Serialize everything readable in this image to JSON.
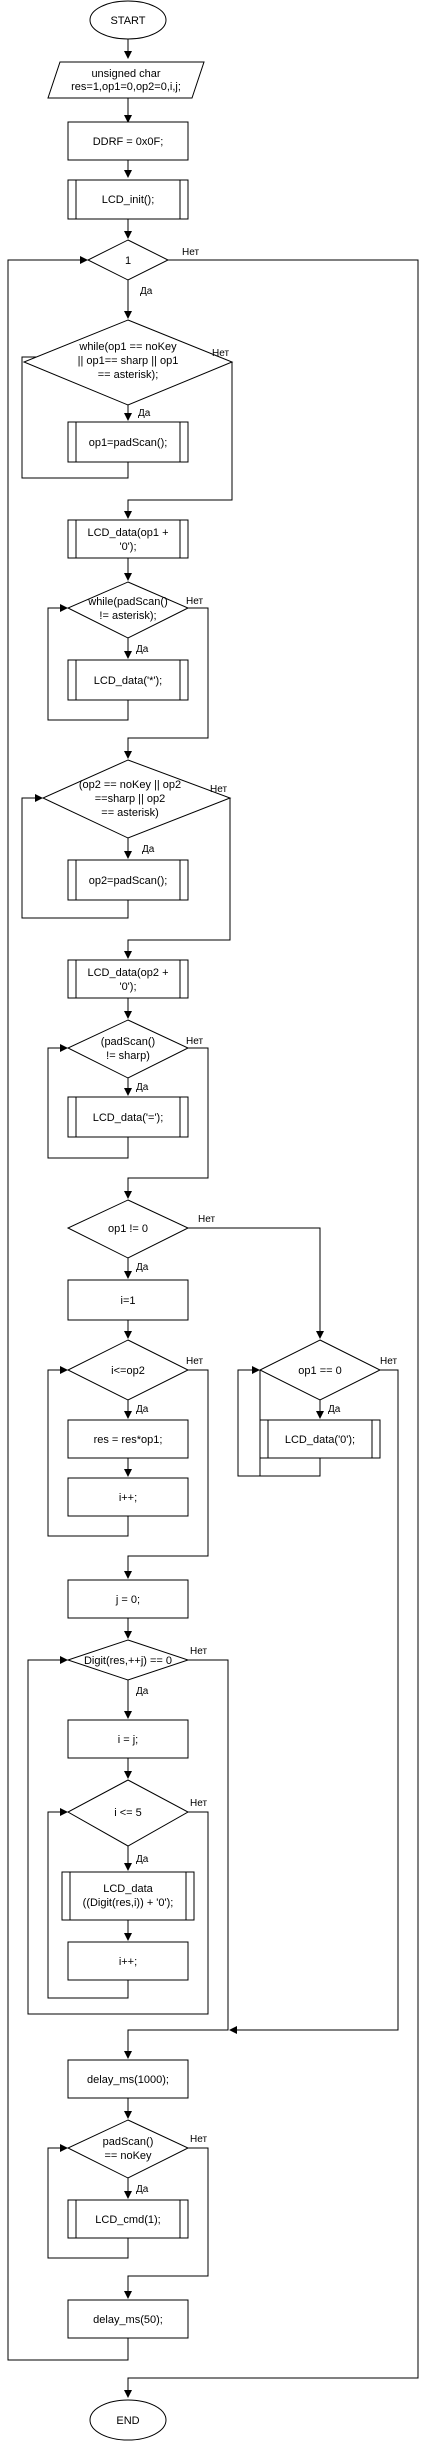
{
  "nodes": {
    "start": "START",
    "vars_1": "unsigned char",
    "vars_2": "res=1,op1=0,op2=0,i,j;",
    "ddrf": "DDRF = 0x0F;",
    "lcd_init": "LCD_init();",
    "loop_cond": "1",
    "while1_l1": "while(op1 == noKey",
    "while1_l2": "|| op1== sharp || op1",
    "while1_l3": "== asterisk);",
    "op1_scan": "op1=padScan();",
    "lcd_op1_l1": "LCD_data(op1 +",
    "lcd_op1_l2": "'0');",
    "while2_l1": "while(padScan()",
    "while2_l2": "!= asterisk);",
    "lcd_star": "LCD_data('*');",
    "while3_l1": "(op2 == noKey || op2",
    "while3_l2": "==sharp || op2",
    "while3_l3": "== asterisk)",
    "op2_scan": "op2=padScan();",
    "lcd_op2_l1": "LCD_data(op2 +",
    "lcd_op2_l2": "'0');",
    "while4_l1": "(padScan()",
    "while4_l2": "!= sharp)",
    "lcd_eq": "LCD_data('=');",
    "op1_ne0": "op1 != 0",
    "i_eq_1": "i=1",
    "i_le_op2": "i<=op2",
    "res_mul": "res = res*op1;",
    "i_inc1": "i++;",
    "op1_eq0": "op1 == 0",
    "lcd_zero": "LCD_data('0');",
    "j_eq_0": "j = 0;",
    "digit_cond": "Digit(res,++j) == 0",
    "i_eq_j": "i = j;",
    "i_le_5": "i <= 5",
    "lcd_digit_l1": "LCD_data",
    "lcd_digit_l2": "((Digit(res,i)) + '0');",
    "i_inc2": "i++;",
    "delay1000": "delay_ms(1000);",
    "padscan_l1": "padScan()",
    "padscan_l2": "== noKey",
    "lcd_cmd": "LCD_cmd(1);",
    "delay50": "delay_ms(50);",
    "end": "END"
  },
  "labels": {
    "yes": "Да",
    "no": "Нет"
  }
}
